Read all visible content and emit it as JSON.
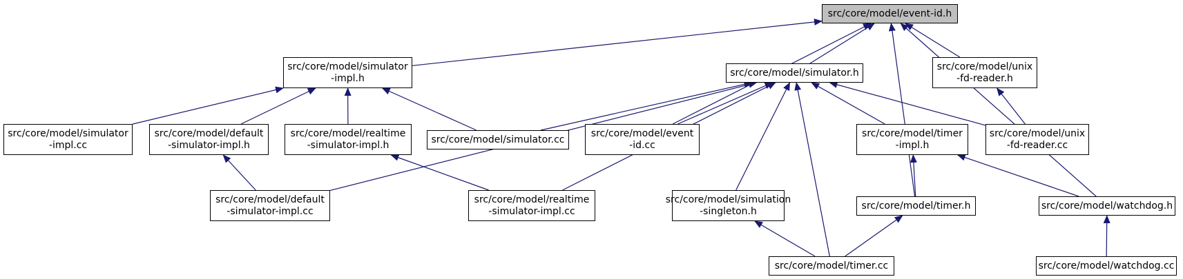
{
  "colors": {
    "edge": "#191970",
    "root_fill": "#bfbfbf",
    "node_fill": "#ffffff",
    "border": "#000000"
  },
  "nodes": {
    "event_id_h": {
      "lines": [
        "src/core/model/event-id.h"
      ]
    },
    "simulator_impl_h": {
      "lines": [
        "src/core/model/simulator",
        "-impl.h"
      ]
    },
    "simulator_h": {
      "lines": [
        "src/core/model/simulator.h"
      ]
    },
    "unix_fd_reader_h": {
      "lines": [
        "src/core/model/unix",
        "-fd-reader.h"
      ]
    },
    "simulator_impl_cc": {
      "lines": [
        "src/core/model/simulator",
        "-impl.cc"
      ]
    },
    "default_simulator_impl_h": {
      "lines": [
        "src/core/model/default",
        "-simulator-impl.h"
      ]
    },
    "realtime_simulator_impl_h": {
      "lines": [
        "src/core/model/realtime",
        "-simulator-impl.h"
      ]
    },
    "simulator_cc": {
      "lines": [
        "src/core/model/simulator.cc"
      ]
    },
    "event_id_cc": {
      "lines": [
        "src/core/model/event",
        "-id.cc"
      ]
    },
    "timer_impl_h": {
      "lines": [
        "src/core/model/timer",
        "-impl.h"
      ]
    },
    "unix_fd_reader_cc": {
      "lines": [
        "src/core/model/unix",
        "-fd-reader.cc"
      ]
    },
    "default_simulator_impl_cc": {
      "lines": [
        "src/core/model/default",
        "-simulator-impl.cc"
      ]
    },
    "realtime_simulator_impl_cc": {
      "lines": [
        "src/core/model/realtime",
        "-simulator-impl.cc"
      ]
    },
    "simulation_singleton_h": {
      "lines": [
        "src/core/model/simulation",
        "-singleton.h"
      ]
    },
    "timer_h": {
      "lines": [
        "src/core/model/timer.h"
      ]
    },
    "watchdog_h": {
      "lines": [
        "src/core/model/watchdog.h"
      ]
    },
    "timer_cc": {
      "lines": [
        "src/core/model/timer.cc"
      ]
    },
    "watchdog_cc": {
      "lines": [
        "src/core/model/watchdog.cc"
      ]
    }
  },
  "edges": [
    {
      "from": "simulator_impl_h",
      "to": "event_id_h"
    },
    {
      "from": "event_id_cc",
      "to": "event_id_h"
    },
    {
      "from": "simulator_h",
      "to": "event_id_h"
    },
    {
      "from": "unix_fd_reader_h",
      "to": "event_id_h"
    },
    {
      "from": "timer_h",
      "to": "event_id_h"
    },
    {
      "from": "watchdog_h",
      "to": "event_id_h"
    },
    {
      "from": "simulator_impl_cc",
      "to": "simulator_impl_h"
    },
    {
      "from": "default_simulator_impl_h",
      "to": "simulator_impl_h"
    },
    {
      "from": "realtime_simulator_impl_h",
      "to": "simulator_impl_h"
    },
    {
      "from": "simulator_cc",
      "to": "simulator_impl_h"
    },
    {
      "from": "simulator_cc",
      "to": "simulator_h"
    },
    {
      "from": "event_id_cc",
      "to": "simulator_h"
    },
    {
      "from": "default_simulator_impl_cc",
      "to": "simulator_h"
    },
    {
      "from": "realtime_simulator_impl_cc",
      "to": "simulator_h"
    },
    {
      "from": "simulation_singleton_h",
      "to": "simulator_h"
    },
    {
      "from": "timer_cc",
      "to": "simulator_h"
    },
    {
      "from": "timer_impl_h",
      "to": "simulator_h"
    },
    {
      "from": "unix_fd_reader_cc",
      "to": "simulator_h"
    },
    {
      "from": "unix_fd_reader_cc",
      "to": "unix_fd_reader_h"
    },
    {
      "from": "default_simulator_impl_cc",
      "to": "default_simulator_impl_h"
    },
    {
      "from": "realtime_simulator_impl_cc",
      "to": "realtime_simulator_impl_h"
    },
    {
      "from": "timer_h",
      "to": "timer_impl_h"
    },
    {
      "from": "watchdog_h",
      "to": "timer_impl_h"
    },
    {
      "from": "timer_cc",
      "to": "simulation_singleton_h"
    },
    {
      "from": "timer_cc",
      "to": "timer_h"
    },
    {
      "from": "watchdog_cc",
      "to": "watchdog_h"
    }
  ]
}
